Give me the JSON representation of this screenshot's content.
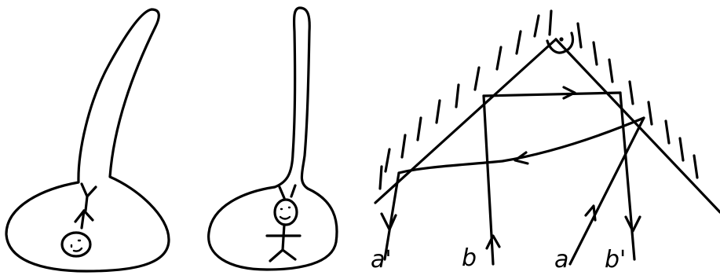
{
  "ray_labels": {
    "a_prime": "a'",
    "b": "b",
    "a": "a",
    "b_prime": "b'"
  },
  "colors": {
    "ink": "#000000",
    "background": "#ffffff"
  }
}
